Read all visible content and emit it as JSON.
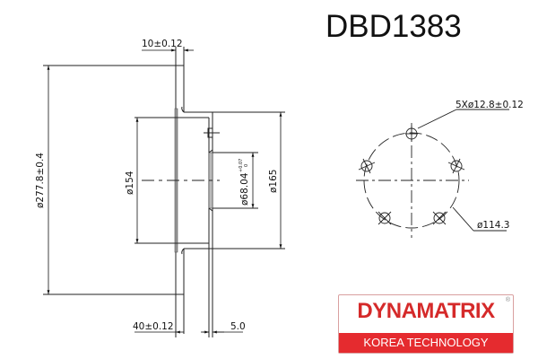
{
  "title": "DBD1383",
  "dimensions": {
    "thickness": "10±0.12",
    "outer_diameter": "ø277.8±0.4",
    "hat_inner_diameter": "ø154",
    "center_bore": "ø68.04",
    "center_bore_tolerance_upper": "+0.07",
    "center_bore_tolerance_lower": "0",
    "hat_outer_diameter": "ø165",
    "total_height": "40±0.12",
    "hub_thickness": "5.0",
    "bolt_holes": "5Xø12.8±0.12",
    "pcd": "ø114.3"
  },
  "logo": {
    "brand": "DYNAMATRIX",
    "registered": "®",
    "tagline": "KOREA TECHNOLOGY",
    "brand_color": "#d52a2a",
    "band_color": "#e52b2f"
  }
}
